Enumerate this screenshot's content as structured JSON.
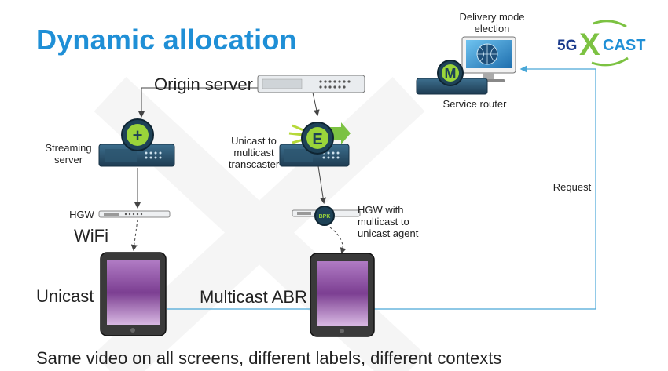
{
  "slide": {
    "title": "Dynamic allocation",
    "footer": "Same video on all screens, different labels, different contexts"
  },
  "logo": {
    "prefix": "5G",
    "mark": "X",
    "suffix": "CAST"
  },
  "labels": {
    "origin_server": "Origin server",
    "streaming_server": [
      "Streaming",
      "server"
    ],
    "transcaster": [
      "Unicast to",
      "multicast",
      "transcaster"
    ],
    "hgw_left": "HGW",
    "wifi": "WiFi",
    "hgw_right": [
      "HGW with",
      "multicast to",
      "unicast agent"
    ],
    "unicast": "Unicast",
    "multicast_abr": "Multicast ABR",
    "delivery_mode": [
      "Delivery mode",
      "election"
    ],
    "service_router": "Service router",
    "request": "Request"
  },
  "badges": {
    "streaming": "+",
    "transcaster": "E",
    "router": "M",
    "agent": "BPK"
  },
  "colors": {
    "title": "#1f8fd6",
    "line_blue": "#4aa8d8",
    "badge_green": "#9ad43a",
    "device_purple": "#8a4f9e",
    "logo_green": "#7cc242",
    "logo_blue": "#1f8fd6"
  },
  "icons": [
    "server-rack-icon",
    "tablet-icon",
    "monitor-globe-icon",
    "home-gateway-icon"
  ]
}
